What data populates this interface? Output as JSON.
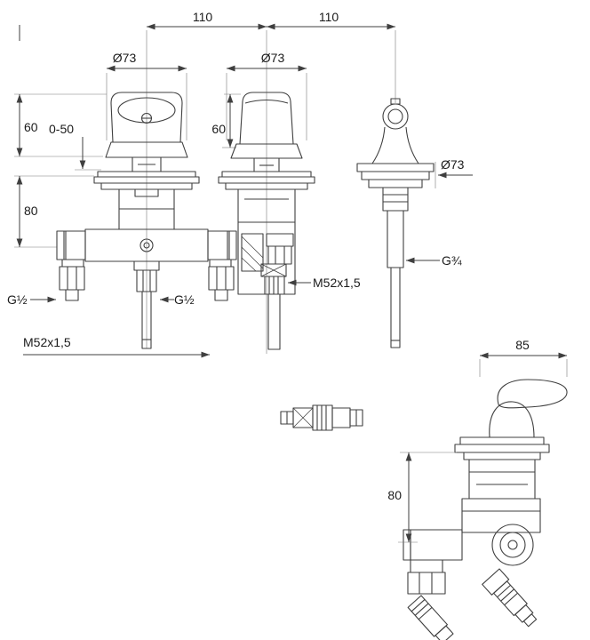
{
  "drawing": {
    "stroke_color": "#3f3f3f",
    "text_color": "#1b1b1b",
    "labels": {
      "dim_110_left": "110",
      "dim_110_right": "110",
      "dia_valve1": "Ø73",
      "dia_valve2": "Ø73",
      "dia_side": "Ø73",
      "height_valve1": "60",
      "height_valve2": "60",
      "deck_range": "0-50",
      "depth_front": "80",
      "depth_side": "80",
      "thread_left_outlet": "G½",
      "thread_center_outlet": "G½",
      "mount_thread_1": "M52x1,5",
      "mount_thread_2": "M52x1,5",
      "side_outlet_thread": "G¾",
      "lever_length": "85"
    }
  }
}
